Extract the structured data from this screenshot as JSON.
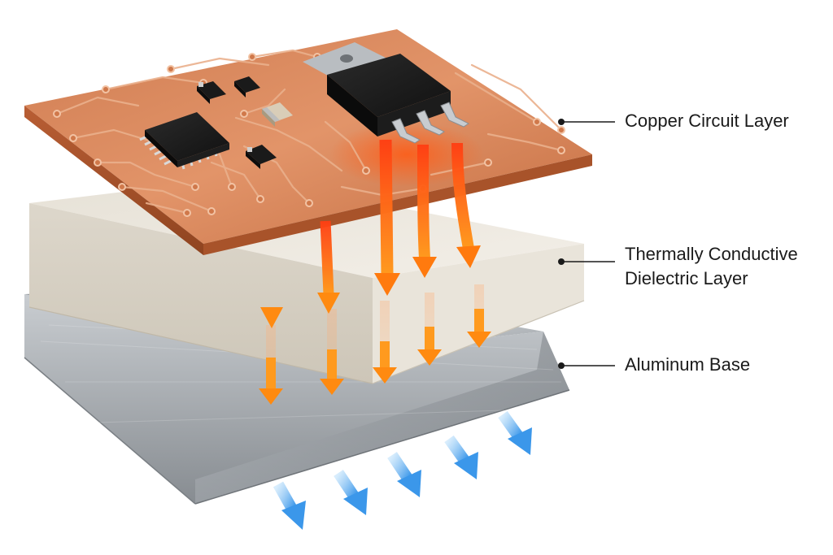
{
  "labels": {
    "copper": "Copper Circuit Layer",
    "dielectric_line1": "Thermally Conductive",
    "dielectric_line2": "Dielectric Layer",
    "aluminum": "Aluminum Base"
  },
  "colors": {
    "copper": "#c8744a",
    "copper_trace": "#e0a27c",
    "dielectric": "#ece7dd",
    "aluminum": "#b4b9be",
    "heat_arrow": "#ff6a1a",
    "cool_arrow": "#4aa3ee",
    "chip": "#1c1c1c"
  },
  "icons": {
    "heat_flow": "orange-down-arrow-icon",
    "heat_dissipation": "blue-diagonal-arrow-icon"
  }
}
